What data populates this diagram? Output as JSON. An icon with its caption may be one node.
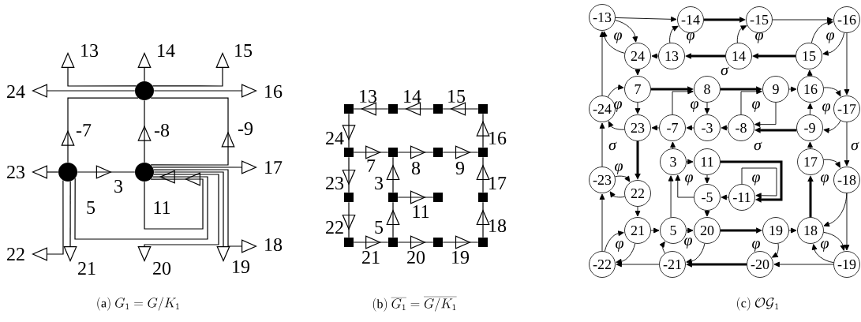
{
  "diagram": {
    "nodes": [
      {
        "text": [],
        "shape": "circle"
      },
      {
        "text": [],
        "shape": "circle"
      },
      {
        "text": [],
        "shape": "circle"
      },
      {
        "text": [],
        "shape": "box"
      },
      {
        "text": [],
        "shape": "box"
      },
      {
        "text": [],
        "shape": "box"
      },
      {
        "text": [],
        "shape": "box"
      },
      {
        "text": [],
        "shape": "box"
      },
      {
        "text": [],
        "shape": "box"
      },
      {
        "text": [],
        "shape": "box"
      },
      {
        "text": [],
        "shape": "box"
      },
      {
        "text": [],
        "shape": "box"
      },
      {
        "text": [],
        "shape": "box"
      },
      {
        "text": [],
        "shape": "box"
      },
      {
        "text": [],
        "shape": "box"
      },
      {
        "text": [],
        "shape": "box"
      },
      {
        "text": [],
        "shape": "box"
      },
      {
        "text": [],
        "shape": "box"
      },
      {
        "text": [],
        "shape": "box"
      },
      {
        "text": [
          "-13"
        ]
      },
      {
        "text": [
          "-14"
        ]
      },
      {
        "text": [
          "-15"
        ]
      },
      {
        "text": [
          "-16"
        ]
      },
      {
        "text": [
          "24"
        ]
      },
      {
        "text": [
          "13"
        ]
      },
      {
        "text": [
          "14"
        ]
      },
      {
        "text": [
          "15"
        ]
      },
      {
        "text": [
          "7"
        ]
      },
      {
        "text": [
          "8"
        ]
      },
      {
        "text": [
          "9"
        ]
      },
      {
        "text": [
          "16"
        ]
      },
      {
        "text": [
          "-24"
        ]
      },
      {
        "text": [
          "-17"
        ]
      },
      {
        "text": [
          "23"
        ]
      },
      {
        "text": [
          "-7"
        ]
      },
      {
        "text": [
          "-3"
        ]
      },
      {
        "text": [
          "-8"
        ]
      },
      {
        "text": [
          "-9"
        ]
      },
      {
        "text": [
          "3"
        ]
      },
      {
        "text": [
          "11"
        ]
      },
      {
        "text": [
          "17"
        ]
      },
      {
        "text": [
          "-23"
        ]
      },
      {
        "text": [
          "-18"
        ]
      },
      {
        "text": [
          "22"
        ]
      },
      {
        "text": [
          "-5"
        ]
      },
      {
        "text": [
          "-11"
        ]
      },
      {
        "text": [
          "21"
        ]
      },
      {
        "text": [
          "5"
        ]
      },
      {
        "text": [
          "20"
        ]
      },
      {
        "text": [
          "19"
        ]
      },
      {
        "text": [
          "18"
        ]
      },
      {
        "text": [
          "-22"
        ]
      },
      {
        "text": [
          "-21"
        ]
      },
      {
        "text": [
          "-20"
        ]
      },
      {
        "text": [
          "-19"
        ]
      }
    ],
    "edges": [
      {
        "from": 0,
        "to": null,
        "arrow": "to",
        "label": "13"
      },
      {
        "from": 0,
        "to": null,
        "arrow": "to",
        "label": "14"
      },
      {
        "from": 0,
        "to": null,
        "arrow": "to",
        "label": "15"
      },
      {
        "from": 0,
        "to": null,
        "arrow": "to",
        "label": "24"
      },
      {
        "from": 0,
        "to": null,
        "arrow": "to",
        "label": "16"
      },
      {
        "from": 1,
        "to": 0,
        "arrow": "to",
        "label": "-7"
      },
      {
        "from": 2,
        "to": 0,
        "arrow": "to",
        "label": "-8"
      },
      {
        "from": 2,
        "to": 0,
        "arrow": "to",
        "label": "-9"
      },
      {
        "from": 1,
        "to": 2,
        "arrow": "to",
        "label": "3"
      },
      {
        "from": 1,
        "to": null,
        "arrow": "to",
        "label": "23"
      },
      {
        "from": 2,
        "to": null,
        "arrow": "to",
        "label": "17"
      },
      {
        "from": 1,
        "to": 2,
        "arrow": "to",
        "label": "5"
      },
      {
        "from": 2,
        "to": 2,
        "arrow": "to",
        "label": "11"
      },
      {
        "from": 2,
        "to": null,
        "arrow": "to",
        "label": "18"
      },
      {
        "from": 2,
        "to": null,
        "arrow": "to",
        "label": "19"
      },
      {
        "from": 2,
        "to": null,
        "arrow": "to",
        "label": "20"
      },
      {
        "from": 1,
        "to": null,
        "arrow": "to",
        "label": "21"
      },
      {
        "from": 1,
        "to": null,
        "arrow": "to",
        "label": "22"
      },
      {
        "from": 4,
        "to": 3,
        "arrow": "to",
        "label": "13"
      },
      {
        "from": 5,
        "to": 4,
        "arrow": "to",
        "label": "14"
      },
      {
        "from": 6,
        "to": 5,
        "arrow": "to",
        "label": "15"
      },
      {
        "from": 3,
        "to": 7,
        "arrow": "to",
        "label": "24"
      },
      {
        "from": 7,
        "to": 11,
        "arrow": "to",
        "label": "23"
      },
      {
        "from": 11,
        "to": 15,
        "arrow": "to",
        "label": "22"
      },
      {
        "from": 7,
        "to": 8,
        "arrow": "to",
        "label": "7"
      },
      {
        "from": 8,
        "to": 9,
        "arrow": "to",
        "label": "8"
      },
      {
        "from": 9,
        "to": 10,
        "arrow": "to",
        "label": "9"
      },
      {
        "from": 10,
        "to": 6,
        "arrow": "to",
        "label": "16"
      },
      {
        "from": 14,
        "to": 10,
        "arrow": "to",
        "label": "17"
      },
      {
        "from": 18,
        "to": 14,
        "arrow": "to",
        "label": "18"
      },
      {
        "from": 15,
        "to": 16,
        "arrow": "to",
        "label": "21"
      },
      {
        "from": 16,
        "to": 17,
        "arrow": "to",
        "label": "20"
      },
      {
        "from": 17,
        "to": 18,
        "arrow": "to",
        "label": "19"
      },
      {
        "from": 12,
        "to": 8,
        "arrow": "to",
        "label": "3"
      },
      {
        "from": 16,
        "to": 12,
        "arrow": "to",
        "label": "5"
      },
      {
        "from": 12,
        "to": 13,
        "arrow": "to",
        "label": "11"
      },
      {
        "from": 19,
        "to": 20,
        "arrow": "to"
      },
      {
        "from": 20,
        "to": 21,
        "arrow": "to",
        "style": "thick"
      },
      {
        "from": 21,
        "to": 22,
        "arrow": "to"
      },
      {
        "from": 22,
        "to": 32,
        "arrow": "to"
      },
      {
        "from": 32,
        "to": 42,
        "arrow": "to"
      },
      {
        "from": 42,
        "to": 54,
        "arrow": "to"
      },
      {
        "from": 54,
        "to": 53,
        "arrow": "to"
      },
      {
        "from": 53,
        "to": 52,
        "arrow": "to",
        "style": "thick"
      },
      {
        "from": 52,
        "to": 51,
        "arrow": "to"
      },
      {
        "from": 51,
        "to": 41,
        "arrow": "to"
      },
      {
        "from": 41,
        "to": 31,
        "arrow": "to"
      },
      {
        "from": 31,
        "to": 19,
        "arrow": "to"
      },
      {
        "from": 23,
        "to": 27,
        "arrow": "to"
      },
      {
        "from": 27,
        "to": 33,
        "arrow": "to"
      },
      {
        "from": 33,
        "to": 43,
        "arrow": "to",
        "style": "thick"
      },
      {
        "from": 43,
        "to": 46,
        "arrow": "to"
      },
      {
        "from": 46,
        "to": 47,
        "arrow": "to"
      },
      {
        "from": 47,
        "to": 48,
        "arrow": "to"
      },
      {
        "from": 47,
        "to": 38,
        "arrow": "to"
      },
      {
        "from": 48,
        "to": 49,
        "arrow": "to",
        "style": "thick"
      },
      {
        "from": 49,
        "to": 50,
        "arrow": "to"
      },
      {
        "from": 50,
        "to": 40,
        "arrow": "to",
        "style": "thick"
      },
      {
        "from": 40,
        "to": 37,
        "arrow": "to"
      },
      {
        "from": 37,
        "to": 30,
        "arrow": "to"
      },
      {
        "from": 30,
        "to": 26,
        "arrow": "to"
      },
      {
        "from": 26,
        "to": 25,
        "arrow": "to",
        "style": "thick"
      },
      {
        "from": 25,
        "to": 24,
        "arrow": "to",
        "style": "thick"
      },
      {
        "from": 24,
        "to": 23,
        "arrow": "to"
      },
      {
        "from": 27,
        "to": 28,
        "arrow": "to",
        "style": "thick"
      },
      {
        "from": 28,
        "to": 29,
        "arrow": "to",
        "style": "thick"
      },
      {
        "from": 29,
        "to": 30,
        "arrow": "to"
      },
      {
        "from": 28,
        "to": 35,
        "arrow": "to"
      },
      {
        "from": 35,
        "to": 34,
        "arrow": "to"
      },
      {
        "from": 34,
        "to": 33,
        "arrow": "to"
      },
      {
        "from": 34,
        "to": 28,
        "arrow": "to"
      },
      {
        "from": 36,
        "to": 35,
        "arrow": "to"
      },
      {
        "from": 36,
        "to": 29,
        "arrow": "to"
      },
      {
        "from": 29,
        "to": 36,
        "arrow": "to"
      },
      {
        "from": 37,
        "to": 36,
        "arrow": "to",
        "style": "thick"
      },
      {
        "from": 38,
        "to": 34,
        "arrow": "to"
      },
      {
        "from": 38,
        "to": 39,
        "arrow": "to"
      },
      {
        "from": 39,
        "to": 44,
        "arrow": "to"
      },
      {
        "from": 44,
        "to": 38,
        "arrow": "to"
      },
      {
        "from": 45,
        "to": 44,
        "arrow": "to"
      },
      {
        "from": 39,
        "to": 45,
        "arrow": "to",
        "style": "thick"
      },
      {
        "from": 45,
        "to": 45,
        "arrow": "to"
      },
      {
        "from": 44,
        "to": 48,
        "arrow": "to"
      },
      {
        "from": 19,
        "to": 23,
        "arrow": "to"
      },
      {
        "from": 23,
        "to": 19,
        "arrow": "to"
      },
      {
        "from": 24,
        "to": 20,
        "arrow": "to"
      },
      {
        "from": 25,
        "to": 21,
        "arrow": "to"
      },
      {
        "from": 26,
        "to": 22,
        "arrow": "to"
      },
      {
        "from": 22,
        "to": 26,
        "arrow": "to"
      },
      {
        "from": 31,
        "to": 27,
        "arrow": "to"
      },
      {
        "from": 33,
        "to": 31,
        "arrow": "to"
      },
      {
        "from": 30,
        "to": 32,
        "arrow": "to"
      },
      {
        "from": 32,
        "to": 37,
        "arrow": "to"
      },
      {
        "from": 43,
        "to": 41,
        "arrow": "to"
      },
      {
        "from": 41,
        "to": 43,
        "arrow": "to"
      },
      {
        "from": 40,
        "to": 42,
        "arrow": "to"
      },
      {
        "from": 42,
        "to": 50,
        "arrow": "to"
      },
      {
        "from": 46,
        "to": 51,
        "arrow": "to"
      },
      {
        "from": 51,
        "to": 46,
        "arrow": "to"
      },
      {
        "from": 52,
        "to": 47,
        "arrow": "to"
      },
      {
        "from": 48,
        "to": 52,
        "arrow": "to"
      },
      {
        "from": 49,
        "to": 53,
        "arrow": "to"
      },
      {
        "from": 50,
        "to": 54,
        "arrow": "to"
      },
      {
        "from": 54,
        "to": 50,
        "arrow": "to"
      }
    ],
    "labels": [
      "φ",
      "φ",
      "φ",
      "φ",
      "σ",
      "φ",
      "φ",
      "φ",
      "φ",
      "σ",
      "σ",
      "σ",
      "φ",
      "φ",
      "φ",
      "φ",
      "φ",
      "φ",
      "φ",
      "φ",
      "\\mathrm{(a)}\\ G_1 = G/K_1",
      "\\mathrm{(b)}\\ \\overline{G_1} = \\overline{G/K_1}",
      "\\mathrm{(c)}\\ \\mathcal{OG}_1"
    ]
  }
}
